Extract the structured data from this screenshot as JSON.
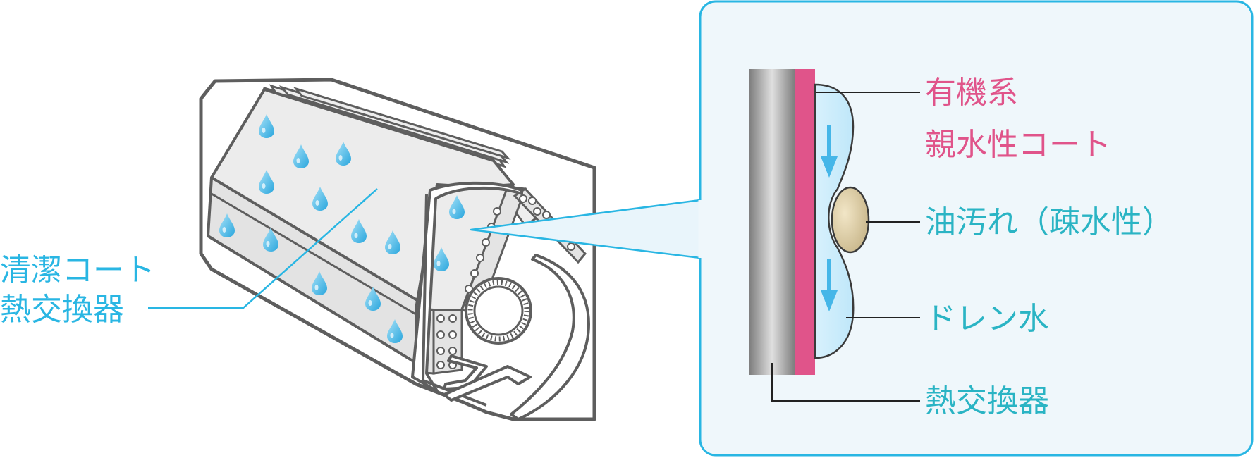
{
  "left_label": {
    "line1": "清潔コート",
    "line2": "熱交換器"
  },
  "detail": {
    "organic": "有機系",
    "coat": "親水性コート",
    "oil": "油汚れ（疎水性）",
    "drain": "ドレン水",
    "exchanger": "熱交換器"
  },
  "colors": {
    "frame_cyan": "#29b6e3",
    "panel_bg": "#eff7fb",
    "coat_pink": "#e0548a",
    "label_teal": "#2ab4c4",
    "drop_blue": "#5cc4ee"
  }
}
